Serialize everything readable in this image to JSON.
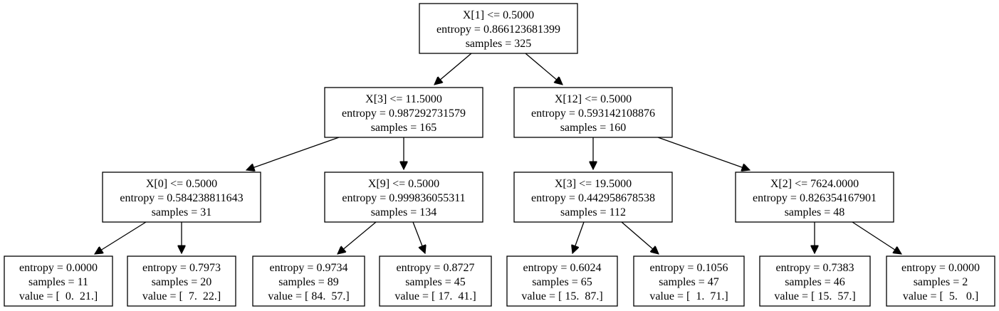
{
  "tree": {
    "nodes": [
      {
        "id": "n0",
        "lines": [
          "X[1] <= 0.5000",
          "entropy = 0.866123681399",
          "samples = 325"
        ]
      },
      {
        "id": "n1",
        "lines": [
          "X[3] <= 11.5000",
          "entropy = 0.987292731579",
          "samples = 165"
        ]
      },
      {
        "id": "n2",
        "lines": [
          "X[12] <= 0.5000",
          "entropy = 0.593142108876",
          "samples = 160"
        ]
      },
      {
        "id": "n3",
        "lines": [
          "X[0] <= 0.5000",
          "entropy = 0.584238811643",
          "samples = 31"
        ]
      },
      {
        "id": "n4",
        "lines": [
          "X[9] <= 0.5000",
          "entropy = 0.999836055311",
          "samples = 134"
        ]
      },
      {
        "id": "n5",
        "lines": [
          "X[3] <= 19.5000",
          "entropy = 0.442958678538",
          "samples = 112"
        ]
      },
      {
        "id": "n6",
        "lines": [
          "X[2] <= 7624.0000",
          "entropy = 0.826354167901",
          "samples = 48"
        ]
      },
      {
        "id": "n7",
        "lines": [
          "entropy = 0.0000",
          "samples = 11",
          "value = [  0.  21.]"
        ]
      },
      {
        "id": "n8",
        "lines": [
          "entropy = 0.7973",
          "samples = 20",
          "value = [  7.  22.]"
        ]
      },
      {
        "id": "n9",
        "lines": [
          "entropy = 0.9734",
          "samples = 89",
          "value = [ 84.  57.]"
        ]
      },
      {
        "id": "n10",
        "lines": [
          "entropy = 0.8727",
          "samples = 45",
          "value = [ 17.  41.]"
        ]
      },
      {
        "id": "n11",
        "lines": [
          "entropy = 0.6024",
          "samples = 65",
          "value = [ 15.  87.]"
        ]
      },
      {
        "id": "n12",
        "lines": [
          "entropy = 0.1056",
          "samples = 47",
          "value = [  1.  71.]"
        ]
      },
      {
        "id": "n13",
        "lines": [
          "entropy = 0.7383",
          "samples = 46",
          "value = [ 15.  57.]"
        ]
      },
      {
        "id": "n14",
        "lines": [
          "entropy = 0.0000",
          "samples = 2",
          "value = [  5.   0.]"
        ]
      }
    ],
    "edges": [
      [
        "n0",
        "n1"
      ],
      [
        "n0",
        "n2"
      ],
      [
        "n1",
        "n3"
      ],
      [
        "n1",
        "n4"
      ],
      [
        "n2",
        "n5"
      ],
      [
        "n2",
        "n6"
      ],
      [
        "n3",
        "n7"
      ],
      [
        "n3",
        "n8"
      ],
      [
        "n4",
        "n9"
      ],
      [
        "n4",
        "n10"
      ],
      [
        "n5",
        "n11"
      ],
      [
        "n5",
        "n12"
      ],
      [
        "n6",
        "n13"
      ],
      [
        "n6",
        "n14"
      ]
    ]
  }
}
